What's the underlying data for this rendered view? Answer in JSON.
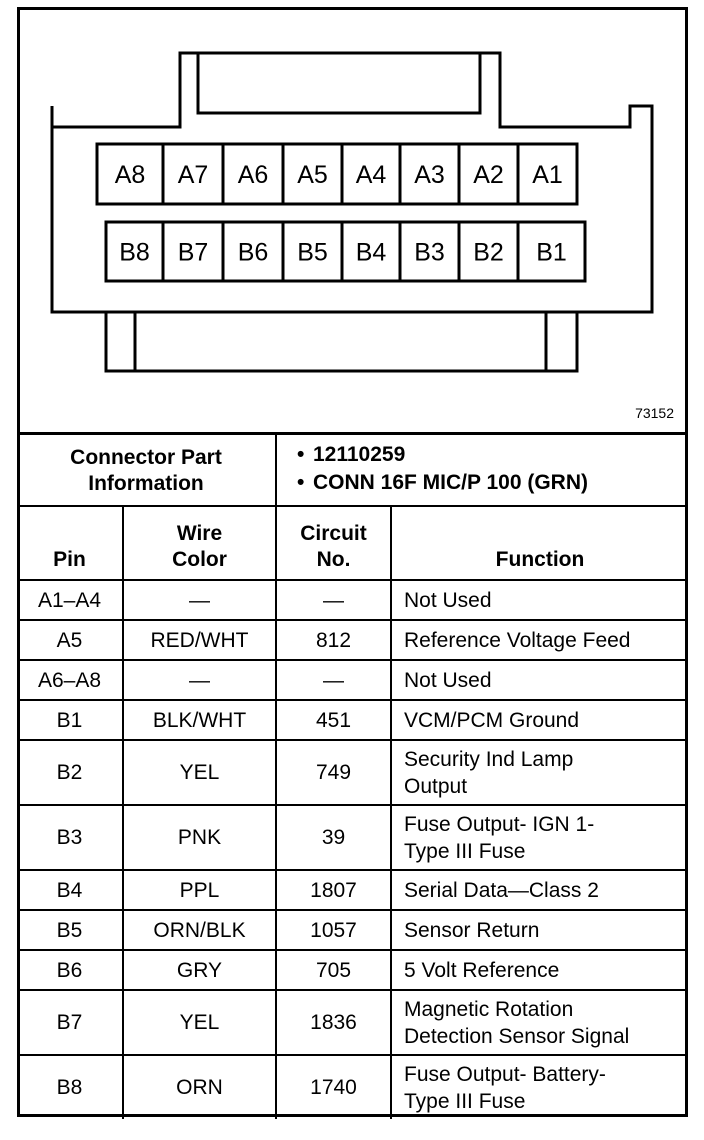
{
  "connector": {
    "figure_number": "73152",
    "row_a": [
      "A8",
      "A7",
      "A6",
      "A5",
      "A4",
      "A3",
      "A2",
      "A1"
    ],
    "row_b": [
      "B8",
      "B7",
      "B6",
      "B5",
      "B4",
      "B3",
      "B2",
      "B1"
    ]
  },
  "info": {
    "label_line1": "Connector Part",
    "label_line2": "Information",
    "items": [
      "12110259",
      "CONN 16F MIC/P 100 (GRN)"
    ]
  },
  "table": {
    "headers": {
      "pin": "Pin",
      "wire_color_1": "Wire",
      "wire_color_2": "Color",
      "circuit_1": "Circuit",
      "circuit_2": "No.",
      "function": "Function"
    },
    "rows": [
      {
        "pin": "A1–A4",
        "color": "—",
        "circuit": "—",
        "function_1": "Not Used",
        "function_2": ""
      },
      {
        "pin": "A5",
        "color": "RED/WHT",
        "circuit": "812",
        "function_1": "Reference Voltage Feed",
        "function_2": ""
      },
      {
        "pin": "A6–A8",
        "color": "—",
        "circuit": "—",
        "function_1": "Not Used",
        "function_2": ""
      },
      {
        "pin": "B1",
        "color": "BLK/WHT",
        "circuit": "451",
        "function_1": "VCM/PCM Ground",
        "function_2": ""
      },
      {
        "pin": "B2",
        "color": "YEL",
        "circuit": "749",
        "function_1": "Security Ind Lamp",
        "function_2": "Output"
      },
      {
        "pin": "B3",
        "color": "PNK",
        "circuit": "39",
        "function_1": "Fuse Output- IGN 1-",
        "function_2": "Type III Fuse"
      },
      {
        "pin": "B4",
        "color": "PPL",
        "circuit": "1807",
        "function_1": "Serial Data—Class 2",
        "function_2": ""
      },
      {
        "pin": "B5",
        "color": "ORN/BLK",
        "circuit": "1057",
        "function_1": "Sensor Return",
        "function_2": ""
      },
      {
        "pin": "B6",
        "color": "GRY",
        "circuit": "705",
        "function_1": "5 Volt Reference",
        "function_2": ""
      },
      {
        "pin": "B7",
        "color": "YEL",
        "circuit": "1836",
        "function_1": "Magnetic Rotation",
        "function_2": "Detection Sensor Signal"
      },
      {
        "pin": "B8",
        "color": "ORN",
        "circuit": "1740",
        "function_1": "Fuse Output- Battery-",
        "function_2": "Type III Fuse"
      }
    ]
  }
}
